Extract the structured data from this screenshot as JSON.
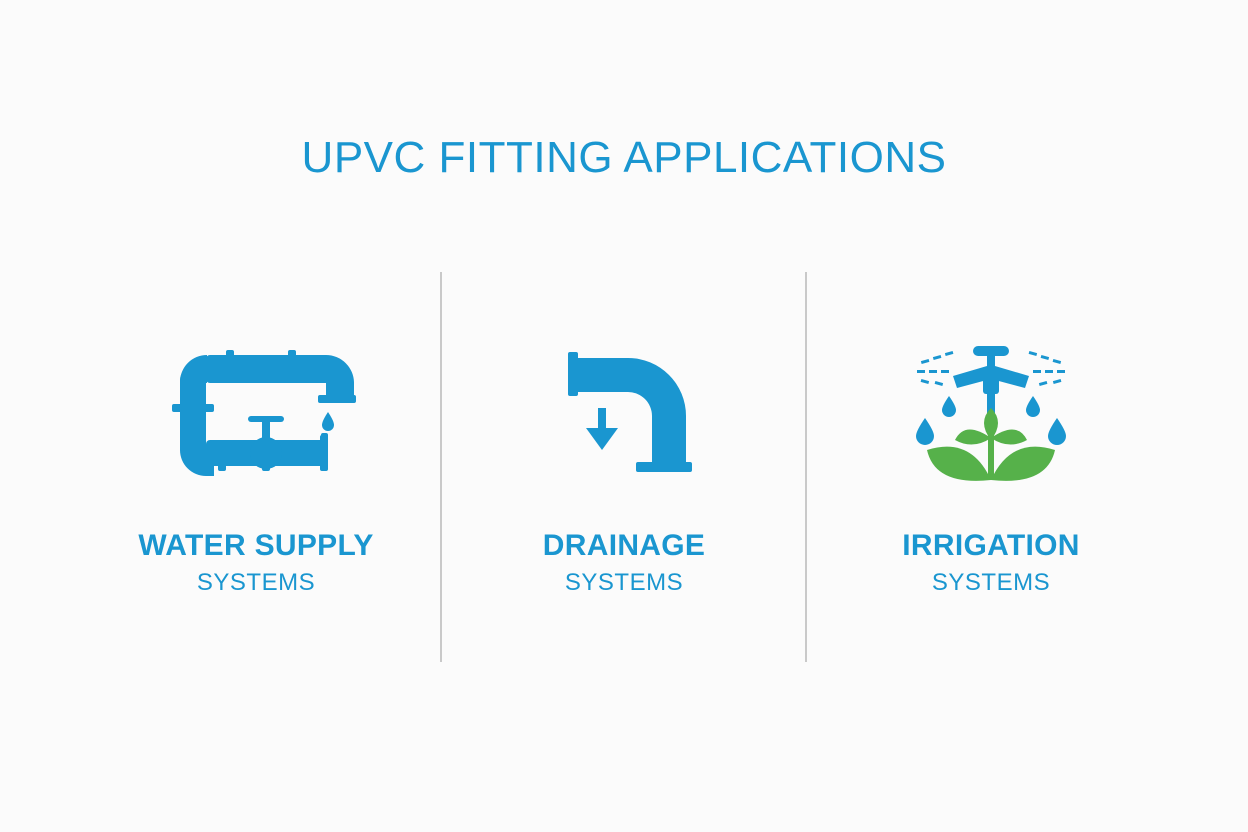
{
  "title": "UPVC FITTING APPLICATIONS",
  "colors": {
    "primary": "#1a96d0",
    "leaf_green": "#56b14a",
    "divider": "#c9c9c9",
    "background": "#fbfbfb"
  },
  "applications": [
    {
      "title": "WATER SUPPLY",
      "subtitle": "SYSTEMS",
      "icon": "pipe-network-valve-icon"
    },
    {
      "title": "DRAINAGE",
      "subtitle": "SYSTEMS",
      "icon": "drain-elbow-pipe-icon"
    },
    {
      "title": "IRRIGATION",
      "subtitle": "SYSTEMS",
      "icon": "sprinkler-plant-icon"
    }
  ]
}
